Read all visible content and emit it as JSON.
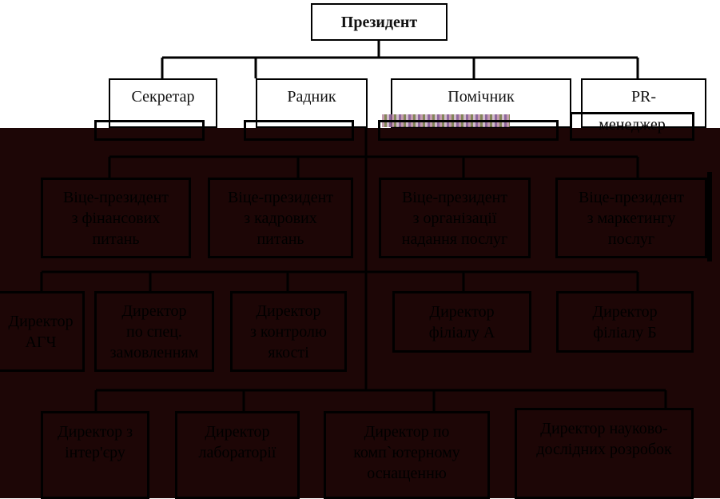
{
  "colors": {
    "background": "#ffffff",
    "dark_region": "#1d0606",
    "lines": "#000000"
  },
  "president": "Президент",
  "top_row": {
    "secretary": "Секретар",
    "advisor": "Радник",
    "assistant": "Помічник",
    "pr_manager": "PR-",
    "pr_manager_cont": "менеджер"
  },
  "vp_row": {
    "finance": "Віце-президент\nз фінансових\nпитань",
    "hr": "Віце-президент\nз кадрових\nпитань",
    "service_org": "Віце-президент\nз організації\nнадання послуг",
    "marketing": "Віце-президент\nз маркетингу\nпослуг"
  },
  "director_row": {
    "agch": "Директор\nАГЧ",
    "special_orders": "Директор\nпо спец.\nзамовленням",
    "quality": "Директор\nз контролю\nякості",
    "branch_a": "Директор\nфіліалу А",
    "branch_b": "Директор\nфіліалу Б"
  },
  "bottom_row": {
    "interior": "Директор з\nінтер'єру",
    "laboratory": "Директор\nлабораторії",
    "computer": "Директор по\nкомп`ютерному\nоснащенню",
    "research": "Директор науково-\nдослідних розробок"
  }
}
